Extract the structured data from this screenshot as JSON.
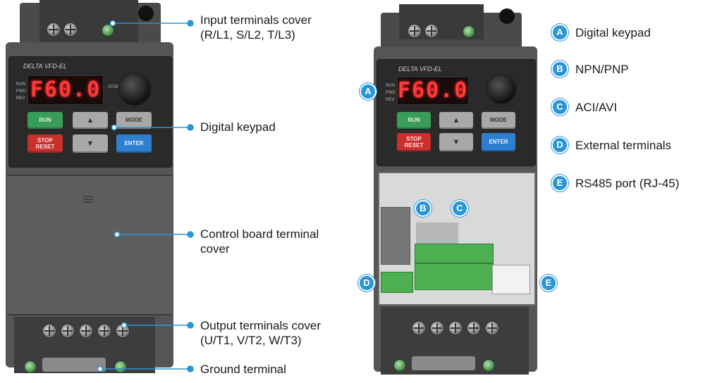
{
  "left_device": {
    "brand": "DELTA VFD-EL",
    "display": "F60.0",
    "indicators": [
      "RUN",
      "FWD",
      "REV"
    ],
    "knob_label": "STOP",
    "keys": {
      "run": "RUN",
      "mode": "MODE",
      "stop": "STOP",
      "reset": "RESET",
      "enter": "ENTER"
    }
  },
  "right_device": {
    "brand": "DELTA VFD-EL",
    "display": "F60.0",
    "indicators": [
      "RUN",
      "FWD",
      "REV"
    ],
    "keys": {
      "run": "RUN",
      "mode": "MODE",
      "stop": "STOP",
      "reset": "RESET",
      "enter": "ENTER"
    }
  },
  "callouts_left": [
    {
      "line1": "Input terminals cover",
      "line2": "(R/L1, S/L2, T/L3)"
    },
    {
      "line1": "Digital keypad"
    },
    {
      "line1": "Control board terminal",
      "line2": "cover"
    },
    {
      "line1": "Output terminals cover",
      "line2": "(U/T1, V/T2, W/T3)"
    },
    {
      "line1": "Ground terminal"
    }
  ],
  "legend": [
    {
      "badge": "A",
      "label": "Digital keypad"
    },
    {
      "badge": "B",
      "label": "NPN/PNP"
    },
    {
      "badge": "C",
      "label": "ACI/AVI"
    },
    {
      "badge": "D",
      "label": "External terminals"
    },
    {
      "badge": "E",
      "label": "RS485 port (RJ-45)"
    }
  ],
  "colors": {
    "accent": "#2b96d6",
    "led": "#ff3838",
    "run_key": "#3a9c59",
    "stop_key": "#c8302c",
    "enter_key": "#2f7fd0"
  }
}
